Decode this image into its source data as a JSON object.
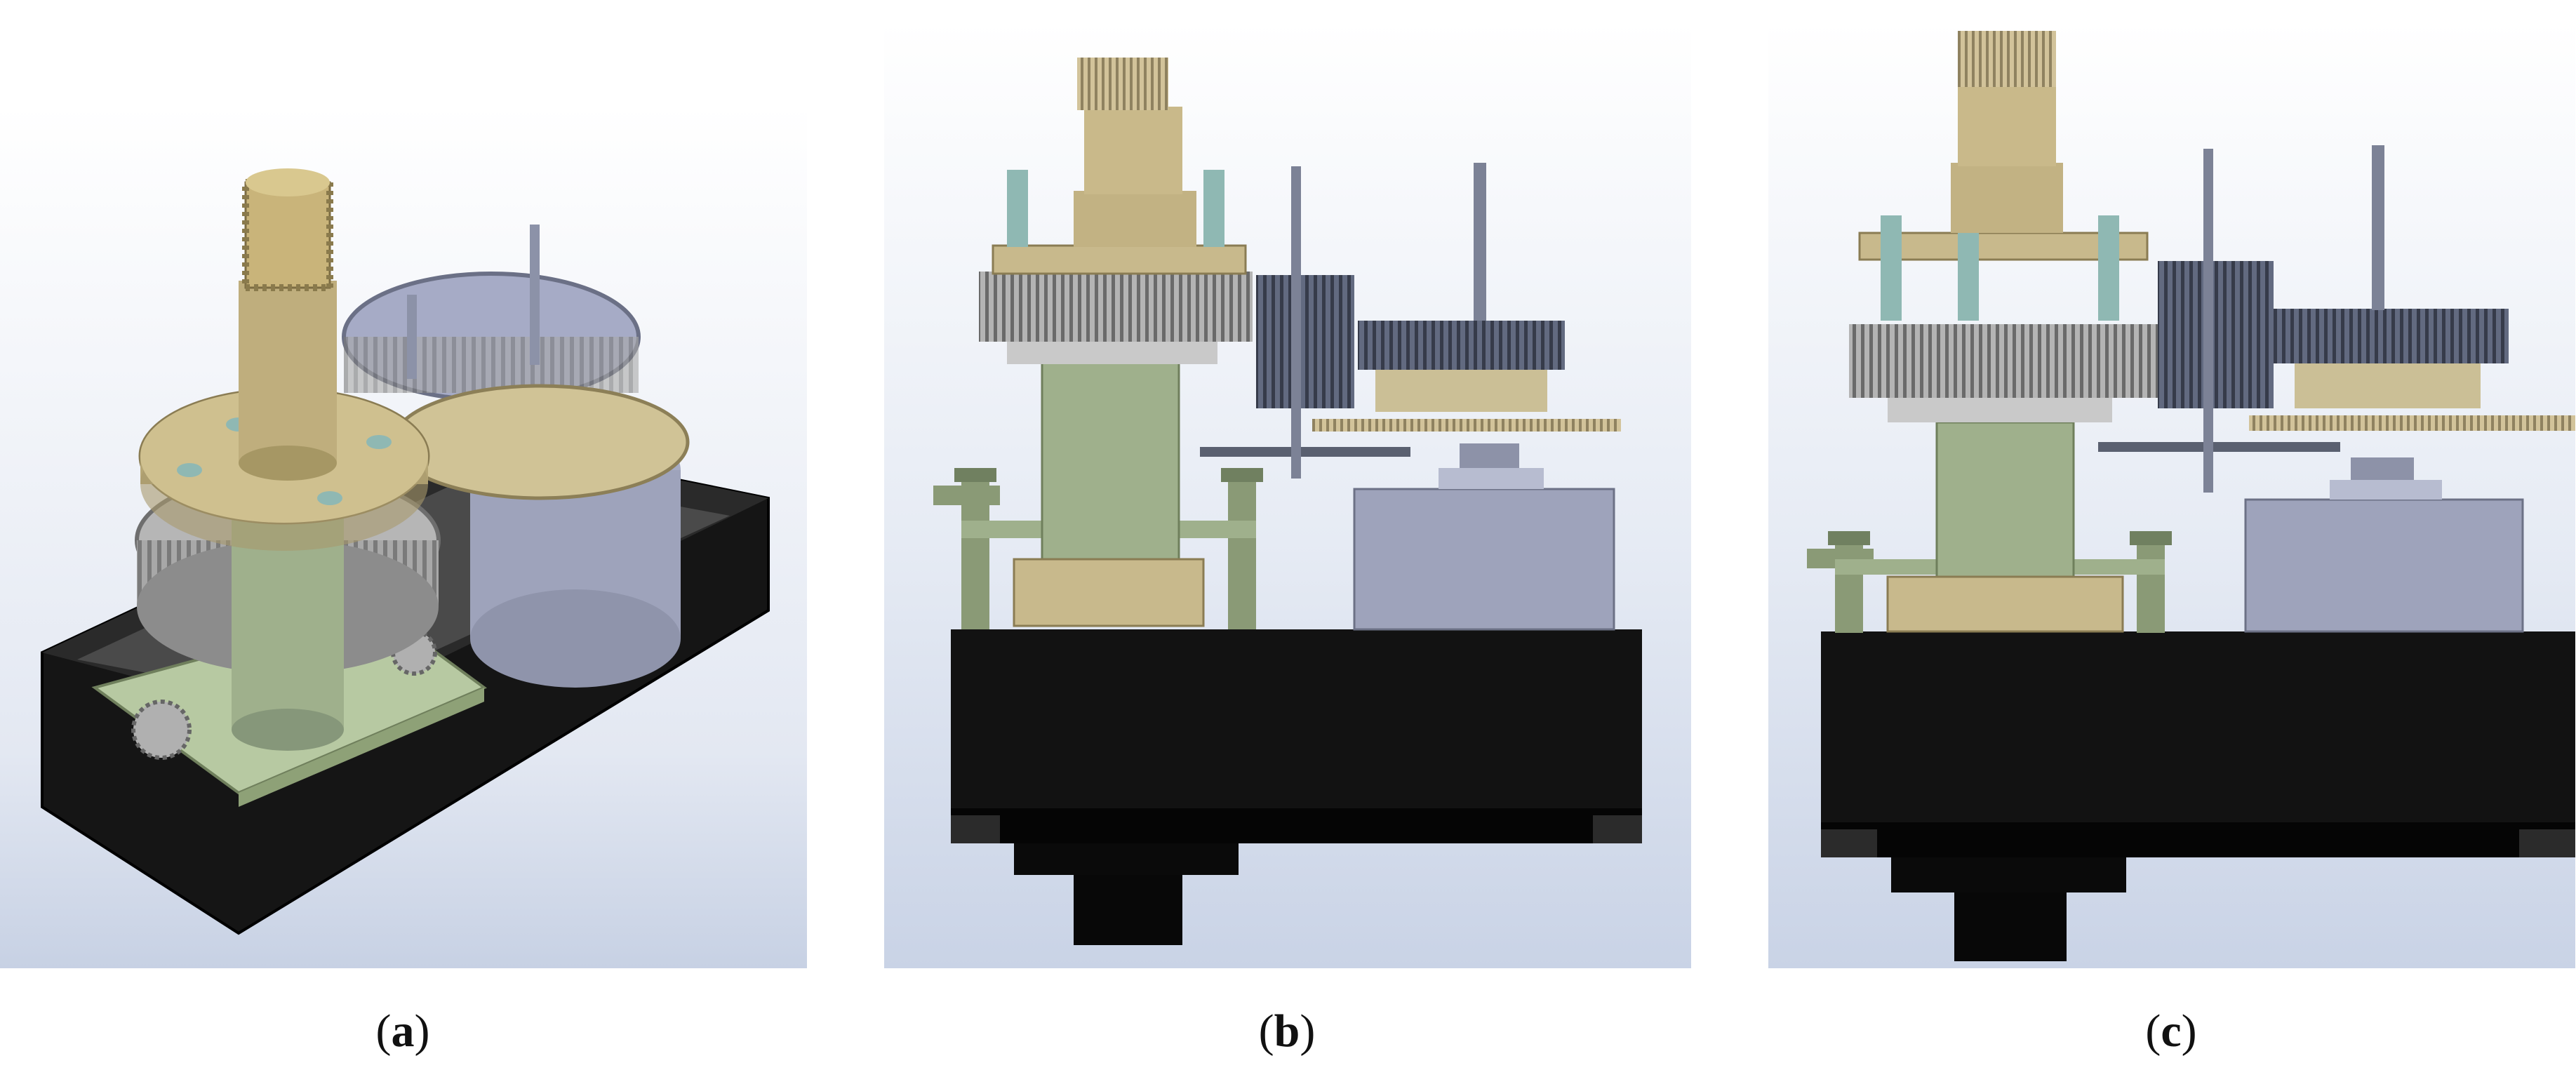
{
  "figure": {
    "panels": [
      {
        "id": "a",
        "letter": "a",
        "view": "isometric"
      },
      {
        "id": "b",
        "letter": "b",
        "view": "side"
      },
      {
        "id": "c",
        "letter": "c",
        "view": "side"
      }
    ]
  },
  "colors": {
    "background_gradient_top": "#ffffff",
    "background_gradient_bottom": "#c9d3e6",
    "housing_black": "#111111",
    "gear_gray": "#9a9a9a",
    "gear_dark_blue": "#4e5466",
    "brass": "#c8b98c",
    "green_shaft": "#9fb08c",
    "green_plate": "#b7c9a2",
    "motor_lavender": "#9aa0b8",
    "pin_teal": "#8fb8b3"
  }
}
